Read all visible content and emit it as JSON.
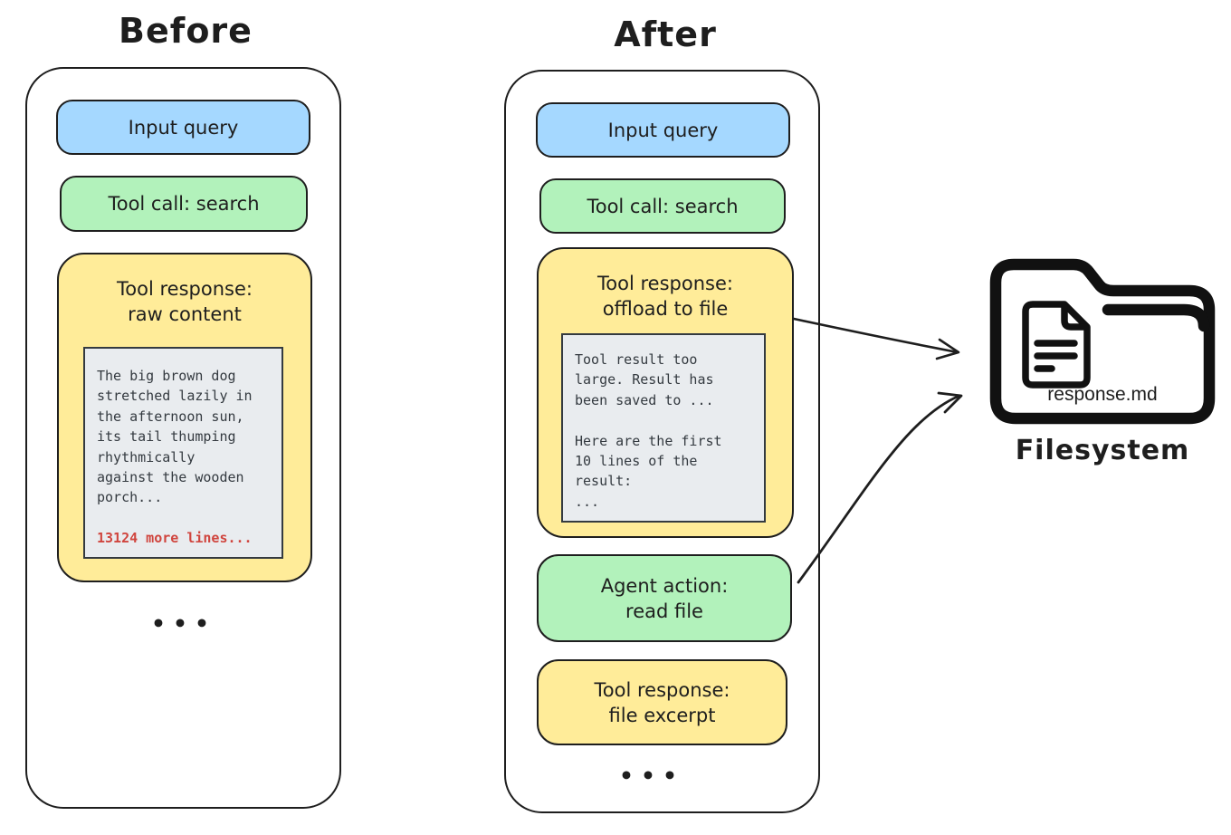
{
  "colors": {
    "stroke": "#1e1e1e",
    "blue_fill": "#a5d8ff",
    "green_fill": "#b2f2bb",
    "yellow_fill": "#ffec99",
    "code_bg": "#e9ecef",
    "code_border": "#343a40",
    "code_text": "#343a40",
    "warning_text": "#d0453e"
  },
  "before": {
    "title": "Before",
    "nodes": {
      "input_query": "Input query",
      "tool_call": "Tool call: search",
      "tool_response_line1": "Tool response:",
      "tool_response_line2": "raw content",
      "code_excerpt": "The big brown dog\nstretched lazily in\nthe afternoon sun,\nits tail thumping\nrhythmically\nagainst the wooden\nporch...",
      "code_more": "13124 more lines...",
      "ellipsis": "•••"
    }
  },
  "after": {
    "title": "After",
    "nodes": {
      "input_query": "Input query",
      "tool_call": "Tool call: search",
      "tool_response_line1": "Tool response:",
      "tool_response_line2": "offload to file",
      "code_excerpt": "Tool result too\nlarge. Result has\nbeen saved to ...\n\nHere are the first\n10 lines of the\nresult:\n...",
      "agent_action_line1": "Agent action:",
      "agent_action_line2": "read file",
      "tool_response2_line1": "Tool response:",
      "tool_response2_line2": "file excerpt",
      "ellipsis": "•••"
    }
  },
  "filesystem": {
    "file_name": "response.md",
    "label": "Filesystem"
  }
}
